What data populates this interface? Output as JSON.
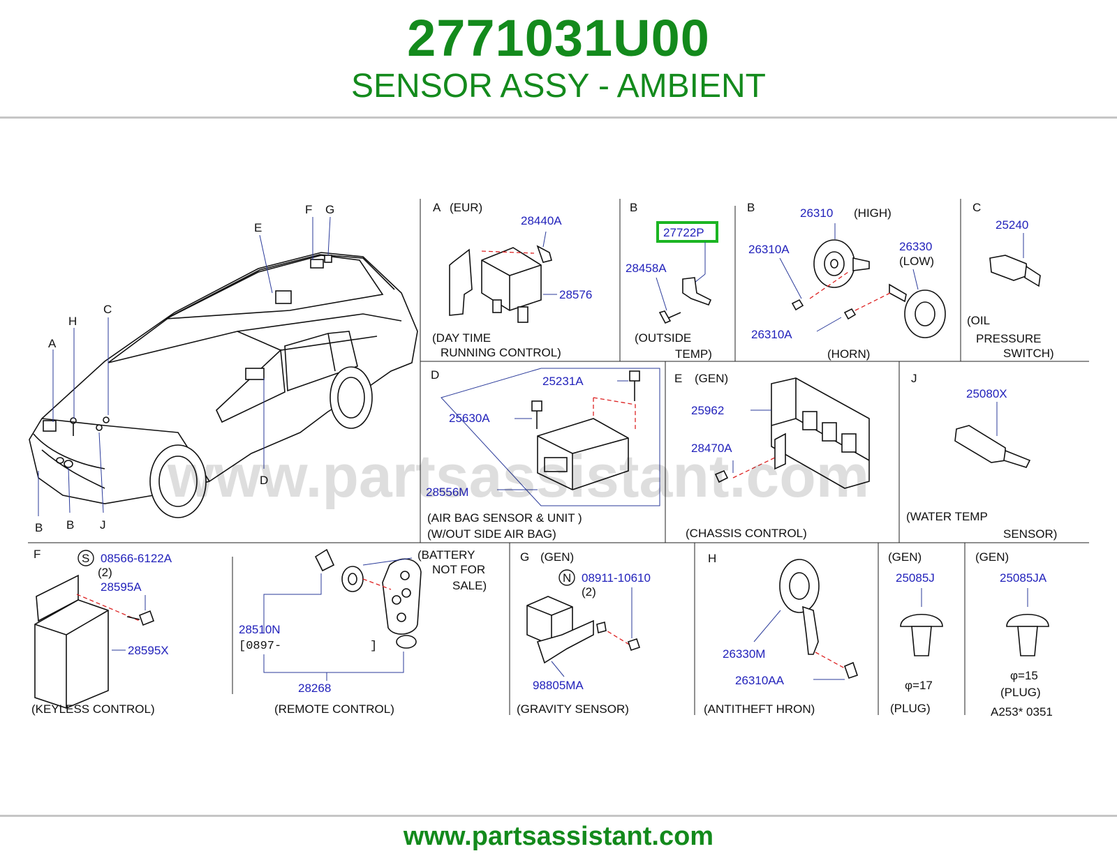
{
  "header": {
    "part_number": "2771031U00",
    "part_description": "SENSOR ASSY - AMBIENT"
  },
  "footer": {
    "website": "www.partsassistant.com"
  },
  "watermark": "www.partsassistant.com",
  "colors": {
    "brand_green": "#138a1c",
    "part_label_blue": "#2222bb",
    "highlight_green": "#1bb523",
    "dashed_red": "#dd2222"
  },
  "car_locators": [
    "F",
    "G",
    "E",
    "C",
    "H",
    "A",
    "D",
    "B",
    "B",
    "J"
  ],
  "panels": {
    "a": {
      "group": "A",
      "region": "(EUR)",
      "parts": [
        "28440A",
        "28576"
      ],
      "caption": [
        "(DAY  TIME",
        "RUNNING  CONTROL)"
      ]
    },
    "b1": {
      "group": "B",
      "parts": [
        "27722P",
        "28458A"
      ],
      "highlighted_part": "27722P",
      "caption": [
        "(OUTSIDE",
        "TEMP)"
      ]
    },
    "b2": {
      "group": "B",
      "parts": [
        "26310",
        "26310A",
        "26330",
        "26310A"
      ],
      "notes": [
        "(HIGH)",
        "(LOW)"
      ],
      "caption": [
        "(HORN)"
      ]
    },
    "c": {
      "group": "C",
      "parts": [
        "25240"
      ],
      "caption": [
        "(OIL",
        "PRESSURE",
        "SWITCH)"
      ]
    },
    "d": {
      "group": "D",
      "parts": [
        "25231A",
        "25630A",
        "28556M"
      ],
      "caption": [
        "(AIR  BAG    SENSOR  &  UNIT     )",
        "(W/OUT  SIDE  AIR  BAG)"
      ]
    },
    "e": {
      "group": "E",
      "region": "(GEN)",
      "parts": [
        "25962",
        "28470A"
      ],
      "caption": [
        "(CHASSIS  CONTROL)"
      ]
    },
    "j": {
      "group": "J",
      "parts": [
        "25080X"
      ],
      "caption": [
        "(WATER  TEMP",
        "SENSOR)"
      ]
    },
    "f": {
      "group": "F",
      "symbol": "S",
      "parts": [
        "08566-6122A",
        "28595A",
        "28595X"
      ],
      "qty": "(2)",
      "caption": [
        "(KEYLESS  CONTROL)"
      ]
    },
    "remote": {
      "parts": [
        "28510N",
        "28268"
      ],
      "date_range": "[0897-",
      "date_range_end": "]",
      "notes": [
        "(BATTERY",
        "NOT  FOR",
        "SALE)"
      ],
      "caption": [
        "(REMOTE      CONTROL)"
      ]
    },
    "g": {
      "group": "G",
      "region": "(GEN)",
      "symbol": "N",
      "parts": [
        "08911-10610",
        "98805MA"
      ],
      "qty": "(2)",
      "caption": [
        "(GRAVITY  SENSOR)"
      ]
    },
    "h": {
      "group": "H",
      "parts": [
        "26330M",
        "26310AA"
      ],
      "caption": [
        "(ANTITHEFT  HRON)"
      ]
    },
    "plug1": {
      "region": "(GEN)",
      "parts": [
        "25085J"
      ],
      "size": "φ=17",
      "caption": [
        "(PLUG)"
      ]
    },
    "plug2": {
      "region": "(GEN)",
      "parts": [
        "25085JA"
      ],
      "size": "φ=15",
      "caption": [
        "(PLUG)"
      ],
      "diagram_code": "A253*  0351"
    }
  }
}
